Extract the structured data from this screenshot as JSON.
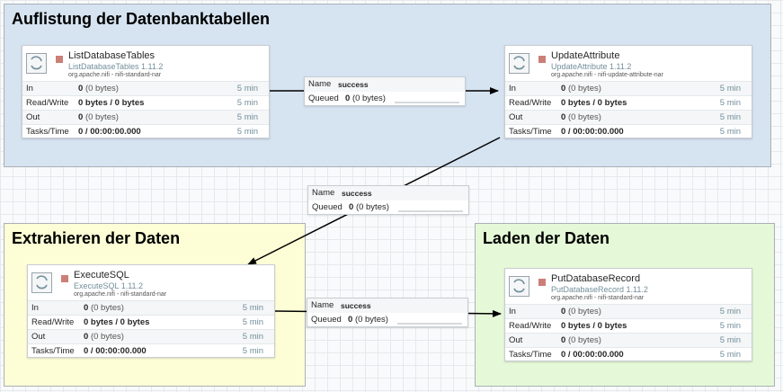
{
  "groups": {
    "list": {
      "title": "Auflistung der Datenbanktabellen",
      "color": "#d6e3f0"
    },
    "extract": {
      "title": "Extrahieren der Daten",
      "color": "#fefed6"
    },
    "load": {
      "title": "Laden der Daten",
      "color": "#e5f9d8"
    }
  },
  "labels": {
    "in": "In",
    "rw": "Read/Write",
    "out": "Out",
    "tasks": "Tasks/Time",
    "name": "Name",
    "queued": "Queued"
  },
  "processors": {
    "list_db": {
      "name": "ListDatabaseTables",
      "type": "ListDatabaseTables 1.11.2",
      "bundle": "org.apache.nifi - nifi-standard-nar",
      "in_count": "0",
      "in_bytes": "(0 bytes)",
      "rw": "0 bytes / 0 bytes",
      "out_count": "0",
      "out_bytes": "(0 bytes)",
      "tasks": "0 / 00:00:00.000",
      "window": "5 min"
    },
    "update_attr": {
      "name": "UpdateAttribute",
      "type": "UpdateAttribute 1.11.2",
      "bundle": "org.apache.nifi - nifi-update-attribute-nar",
      "in_count": "0",
      "in_bytes": "(0 bytes)",
      "rw": "0 bytes / 0 bytes",
      "out_count": "0",
      "out_bytes": "(0 bytes)",
      "tasks": "0 / 00:00:00.000",
      "window": "5 min"
    },
    "execute_sql": {
      "name": "ExecuteSQL",
      "type": "ExecuteSQL 1.11.2",
      "bundle": "org.apache.nifi - nifi-standard-nar",
      "in_count": "0",
      "in_bytes": "(0 bytes)",
      "rw": "0 bytes / 0 bytes",
      "out_count": "0",
      "out_bytes": "(0 bytes)",
      "tasks": "0 / 00:00:00.000",
      "window": "5 min"
    },
    "put_db": {
      "name": "PutDatabaseRecord",
      "type": "PutDatabaseRecord 1.11.2",
      "bundle": "org.apache.nifi - nifi-standard-nar",
      "in_count": "0",
      "in_bytes": "(0 bytes)",
      "rw": "0 bytes / 0 bytes",
      "out_count": "0",
      "out_bytes": "(0 bytes)",
      "tasks": "0 / 00:00:00.000",
      "window": "5 min"
    }
  },
  "connections": {
    "c1": {
      "name": "success",
      "queued_count": "0",
      "queued_bytes": "(0 bytes)"
    },
    "c2": {
      "name": "success",
      "queued_count": "0",
      "queued_bytes": "(0 bytes)"
    },
    "c3": {
      "name": "success",
      "queued_count": "0",
      "queued_bytes": "(0 bytes)"
    }
  },
  "colors": {
    "status_stopped": "#ba554a",
    "link": "#728e9b",
    "canvas": "#f9fafb"
  }
}
